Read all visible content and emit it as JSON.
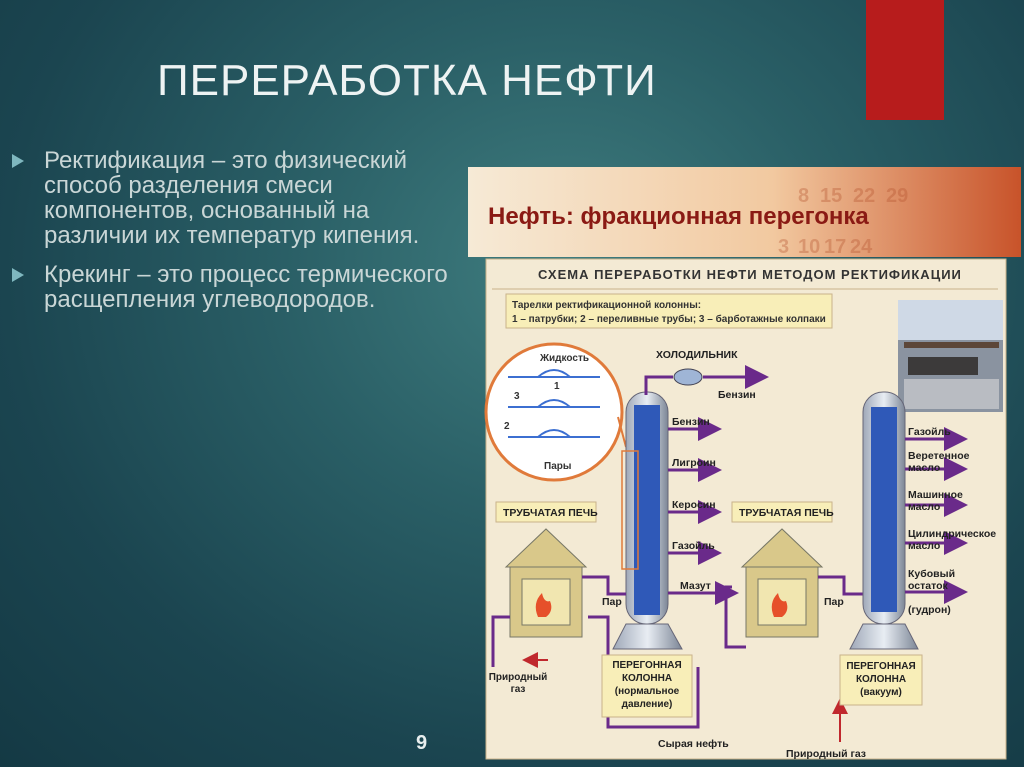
{
  "slide": {
    "title": "ПЕРЕРАБОТКА НЕФТИ",
    "bullets": [
      "Ректификация – это физический способ разделения смеси компонентов, основанный на различии их температур кипения.",
      "Крекинг – это процесс термического расщепления углеводородов."
    ],
    "page_number": "9",
    "accent_color": "#b71c1c"
  },
  "figure": {
    "header": "Нефть: фракционная перегонка",
    "scheme_title": "СХЕМА ПЕРЕРАБОТКИ НЕФТИ МЕТОДОМ РЕКТИФИКАЦИИ",
    "plates_title": "Тарелки ректификационной колонны:",
    "plates_legend": "1 – патрубки; 2 – переливные трубы; 3 – барботажные колпаки",
    "inset": {
      "liquid": "Жидкость",
      "vapors": "Пары",
      "n1": "1",
      "n2": "2",
      "n3": "3"
    },
    "condenser": "ХОЛОДИЛЬНИК",
    "furnace": "ТРУБЧАТАЯ ПЕЧЬ",
    "steam": "Пар",
    "natural_gas": "Природный газ",
    "natural_gas_1": "Природный",
    "natural_gas_2": "газ",
    "crude_oil": "Сырая нефть",
    "column1_outputs": [
      "Бензин",
      "Бензин",
      "Лигроин",
      "Керосин",
      "Газойль",
      "Мазут"
    ],
    "column2_outputs": [
      "Газойль",
      "Веретенное масло",
      "Машинное масло",
      "Цилиндрическое масло",
      "Кубовый остаток",
      "(гудрон)"
    ],
    "col2_labels": {
      "spindle_1": "Веретенное",
      "spindle_2": "масло",
      "machine_1": "Машинное",
      "machine_2": "масло",
      "cylinder_1": "Цилиндрическое",
      "cylinder_2": "масло",
      "residue_1": "Кубовый",
      "residue_2": "остаток"
    },
    "column1_label": [
      "ПЕРЕГОННАЯ",
      "КОЛОННА",
      "(нормальное",
      "давление)"
    ],
    "column2_label": [
      "ПЕРЕГОННАЯ",
      "КОЛОННА",
      "(вакуум)"
    ],
    "bg_numbers": [
      "8",
      "15",
      "22",
      "29",
      "3",
      "10",
      "17",
      "24"
    ],
    "colors": {
      "pipe": "#6a2a8a",
      "column": "#2f59b8",
      "furnace": "#d9c88a",
      "header_red": "#8a1a14"
    }
  }
}
